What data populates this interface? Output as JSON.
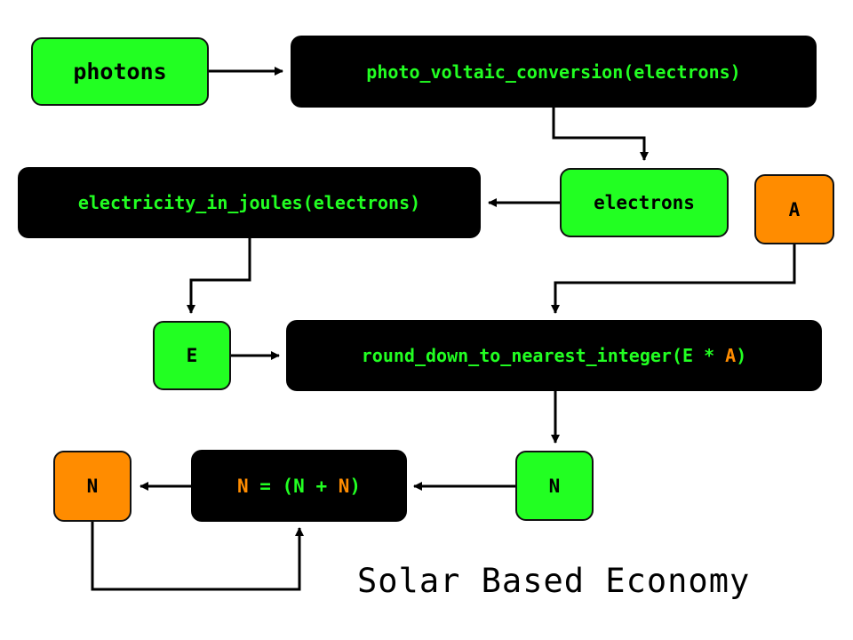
{
  "title": "Solar Based Economy",
  "colors": {
    "green": "#22ff22",
    "orange": "#ff8c00",
    "black": "#000000"
  },
  "nodes": {
    "photons": "photons",
    "pv_conversion": "photo_voltaic_conversion(electrons)",
    "electrons": "electrons",
    "electricity": "electricity_in_joules(electrons)",
    "A": "A",
    "E": "E",
    "round_down": {
      "prefix": "round_down_to_nearest_integer(E * ",
      "arg": "A",
      "suffix": ")"
    },
    "N_green": "N",
    "doubling": {
      "lhs": "N",
      "op": " = (N + ",
      "rhs": "N",
      "close": ")"
    },
    "N_orange": "N"
  }
}
